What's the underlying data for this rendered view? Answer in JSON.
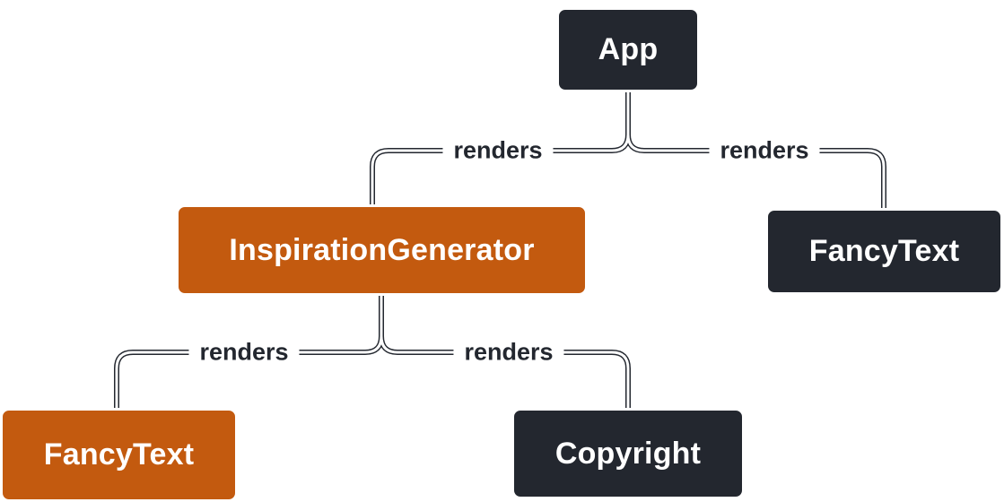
{
  "diagram": {
    "type": "render-tree",
    "nodes": [
      {
        "id": "app",
        "label": "App",
        "variant": "dark"
      },
      {
        "id": "inspiration-generator",
        "label": "InspirationGenerator",
        "variant": "orange"
      },
      {
        "id": "fancy-text-top",
        "label": "FancyText",
        "variant": "dark"
      },
      {
        "id": "fancy-text-bottom",
        "label": "FancyText",
        "variant": "orange"
      },
      {
        "id": "copyright",
        "label": "Copyright",
        "variant": "dark"
      }
    ],
    "edges": [
      {
        "from": "App",
        "to": "InspirationGenerator",
        "label": "renders"
      },
      {
        "from": "App",
        "to": "FancyText",
        "label": "renders"
      },
      {
        "from": "InspirationGenerator",
        "to": "FancyText",
        "label": "renders"
      },
      {
        "from": "InspirationGenerator",
        "to": "Copyright",
        "label": "renders"
      }
    ],
    "colors": {
      "node_dark": "#23272f",
      "node_orange": "#c35a0f",
      "node_border": "#ffffff",
      "node_text": "#ffffff",
      "edge_core": "#ffffff",
      "edge_casing": "#23272f",
      "edge_label_text": "#23272f",
      "background": "#ffffff"
    }
  }
}
